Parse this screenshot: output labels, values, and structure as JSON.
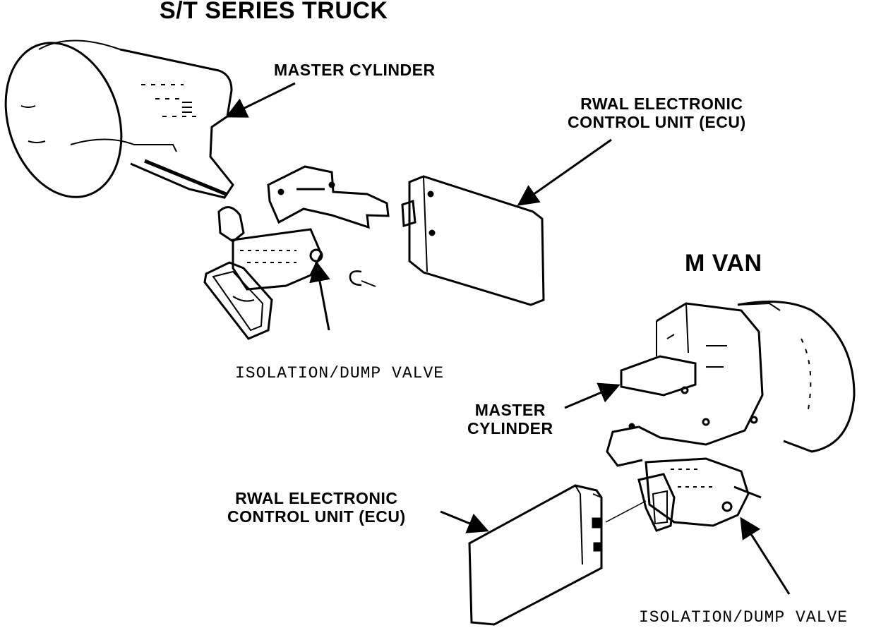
{
  "diagram": {
    "colors": {
      "ink": "#000000",
      "paper": "#ffffff"
    },
    "st_truck": {
      "title": "S/T SERIES TRUCK",
      "master_cylinder": "MASTER CYLINDER",
      "ecu_line1": "RWAL ELECTRONIC",
      "ecu_line2": "CONTROL UNIT (ECU)",
      "valve": "ISOLATION/DUMP VALVE"
    },
    "m_van": {
      "title": "M VAN",
      "master_cylinder_line1": "MASTER",
      "master_cylinder_line2": "CYLINDER",
      "ecu_line1": "RWAL ELECTRONIC",
      "ecu_line2": "CONTROL UNIT (ECU)",
      "valve": "ISOLATION/DUMP VALVE"
    }
  }
}
